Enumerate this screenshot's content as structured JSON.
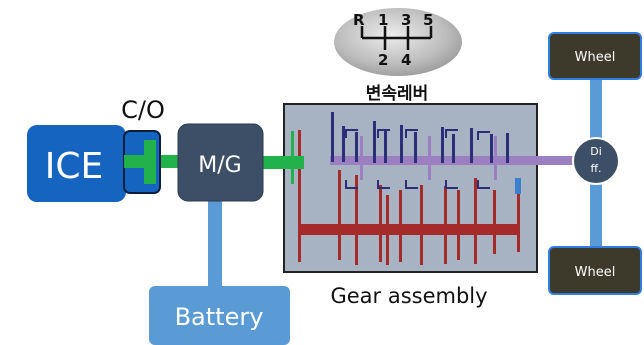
{
  "diagram": {
    "shifter": {
      "top_labels": [
        "R",
        "1",
        "3",
        "5"
      ],
      "bottom_labels": [
        "2",
        "4"
      ],
      "caption": "변속레버"
    },
    "clutch_label": "C/O",
    "ice_label": "ICE",
    "mg_label": "M/G",
    "battery_label": "Battery",
    "gear_assembly_label": "Gear assembly",
    "diff_label_line1": "Di",
    "diff_label_line2": "ff.",
    "wheel_top_label": "Wheel",
    "wheel_bottom_label": "Wheel",
    "colors": {
      "ice": "#1565c0",
      "mg": "#3d4f66",
      "battery": "#5b9bd5",
      "green_shaft": "#22b24c",
      "purple_shaft": "#9b7fc0",
      "red_shaft": "#a52a2a",
      "gear_box_bg": "#a7b3c2",
      "wheel_bg": "#3e3a2b",
      "blue_axle": "#5b9bd5"
    }
  }
}
